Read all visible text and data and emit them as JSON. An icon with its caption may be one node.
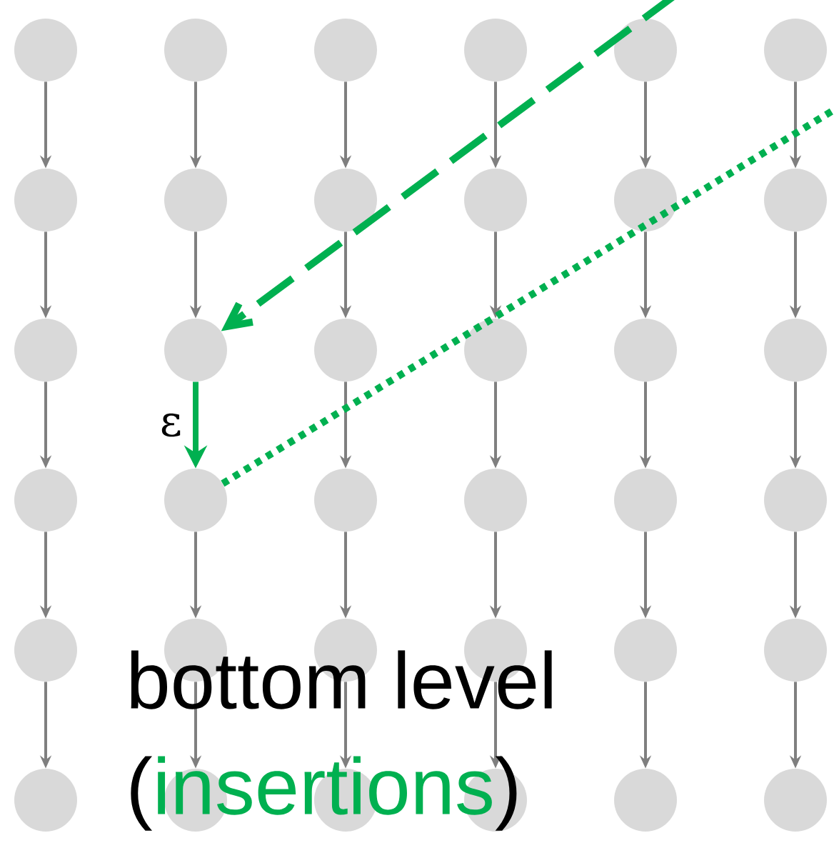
{
  "diagram": {
    "nodes": [
      {
        "text": [],
        "shape": "circle"
      },
      {
        "text": [],
        "shape": "circle"
      },
      {
        "text": [],
        "shape": "circle"
      },
      {
        "text": [],
        "shape": "circle"
      },
      {
        "text": [],
        "shape": "circle"
      },
      {
        "text": [],
        "shape": "circle"
      },
      {
        "text": [],
        "shape": "circle"
      },
      {
        "text": [],
        "shape": "circle"
      },
      {
        "text": [],
        "shape": "circle"
      },
      {
        "text": [],
        "shape": "circle"
      },
      {
        "text": [],
        "shape": "circle"
      },
      {
        "text": [],
        "shape": "circle"
      },
      {
        "text": [],
        "shape": "circle"
      },
      {
        "text": [],
        "shape": "circle"
      },
      {
        "text": [],
        "shape": "circle"
      },
      {
        "text": [],
        "shape": "circle"
      },
      {
        "text": [],
        "shape": "circle"
      },
      {
        "text": [],
        "shape": "circle"
      },
      {
        "text": [],
        "shape": "circle"
      },
      {
        "text": [],
        "shape": "circle"
      },
      {
        "text": [],
        "shape": "circle"
      },
      {
        "text": [],
        "shape": "circle"
      },
      {
        "text": [],
        "shape": "circle"
      },
      {
        "text": [],
        "shape": "circle"
      },
      {
        "text": [],
        "shape": "circle"
      },
      {
        "text": [],
        "shape": "circle"
      },
      {
        "text": [],
        "shape": "circle"
      },
      {
        "text": [],
        "shape": "circle"
      },
      {
        "text": [],
        "shape": "circle"
      },
      {
        "text": [],
        "shape": "circle"
      },
      {
        "text": [],
        "shape": "circle"
      },
      {
        "text": [],
        "shape": "circle"
      },
      {
        "text": [],
        "shape": "circle"
      },
      {
        "text": [],
        "shape": "circle"
      },
      {
        "text": [],
        "shape": "circle"
      },
      {
        "text": [],
        "shape": "circle"
      }
    ],
    "edges": [
      {
        "from": 0,
        "to": 6,
        "arrow": "to"
      },
      {
        "from": 6,
        "to": 12,
        "arrow": "to"
      },
      {
        "from": 12,
        "to": 18,
        "arrow": "to"
      },
      {
        "from": 18,
        "to": 24,
        "arrow": "to"
      },
      {
        "from": 24,
        "to": 30,
        "arrow": "to"
      },
      {
        "from": 1,
        "to": 7,
        "arrow": "to"
      },
      {
        "from": 7,
        "to": 13,
        "arrow": "to"
      },
      {
        "from": 13,
        "to": 19,
        "arrow": "to",
        "label": "ε",
        "style": "thick",
        "color": "#00b050"
      },
      {
        "from": 19,
        "to": 25,
        "arrow": "to"
      },
      {
        "from": 25,
        "to": 31,
        "arrow": "to"
      },
      {
        "from": 2,
        "to": 8,
        "arrow": "to"
      },
      {
        "from": 8,
        "to": 14,
        "arrow": "to"
      },
      {
        "from": 14,
        "to": 20,
        "arrow": "to"
      },
      {
        "from": 20,
        "to": 26,
        "arrow": "to"
      },
      {
        "from": 26,
        "to": 32,
        "arrow": "to"
      },
      {
        "from": 3,
        "to": 9,
        "arrow": "to"
      },
      {
        "from": 9,
        "to": 15,
        "arrow": "to"
      },
      {
        "from": 15,
        "to": 21,
        "arrow": "to"
      },
      {
        "from": 21,
        "to": 27,
        "arrow": "to"
      },
      {
        "from": 27,
        "to": 33,
        "arrow": "to"
      },
      {
        "from": 4,
        "to": 10,
        "arrow": "to"
      },
      {
        "from": 10,
        "to": 16,
        "arrow": "to"
      },
      {
        "from": 16,
        "to": 22,
        "arrow": "to"
      },
      {
        "from": 22,
        "to": 28,
        "arrow": "to"
      },
      {
        "from": 28,
        "to": 34,
        "arrow": "to"
      },
      {
        "from": 5,
        "to": 11,
        "arrow": "to"
      },
      {
        "from": 11,
        "to": 17,
        "arrow": "to"
      },
      {
        "from": 17,
        "to": 23,
        "arrow": "to"
      },
      {
        "from": 23,
        "to": 29,
        "arrow": "to"
      },
      {
        "from": 29,
        "to": 35,
        "arrow": "to"
      },
      {
        "from": null,
        "to": 13,
        "arrow": "to",
        "style": "dashed",
        "color": "#00b050"
      },
      {
        "from": 19,
        "to": null,
        "arrow": "none",
        "style": "dashed",
        "color": "#00b050"
      }
    ],
    "labels": [
      "bottom level",
      "(",
      "insertions",
      ")"
    ]
  }
}
